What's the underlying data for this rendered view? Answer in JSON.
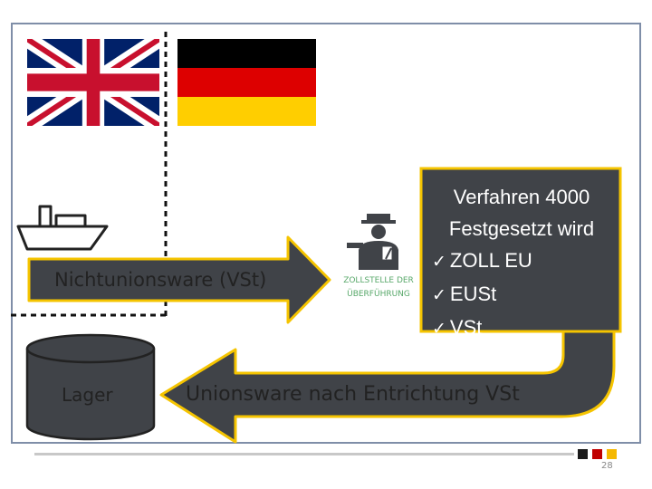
{
  "flow_arrow": {
    "label": "Nichtunionsware (VSt)"
  },
  "storage": {
    "label": "Lager"
  },
  "return_arrow": {
    "label": "Unionsware nach Entrichtung VSt"
  },
  "customs": {
    "caption_line1": "ZOLLSTELLE DER",
    "caption_line2": "ÜBERFÜHRUNG"
  },
  "info_box": {
    "line1": "Verfahren 4000",
    "line2": "Festgesetzt wird",
    "checks": [
      "ZOLL EU",
      "EUSt",
      "VSt"
    ],
    "check_symbol": "✓"
  },
  "footer": {
    "page_number": "28"
  },
  "colors": {
    "box_fill": "#404348",
    "arrow_border": "#f5c400",
    "customs_green": "#58a86a",
    "accent_dark": "#1a1a1a",
    "accent_red": "#c00000",
    "accent_yellow": "#f5b800"
  },
  "icons": [
    "uk-flag-icon",
    "german-flag-icon",
    "ship-icon",
    "customs-officer-icon"
  ]
}
